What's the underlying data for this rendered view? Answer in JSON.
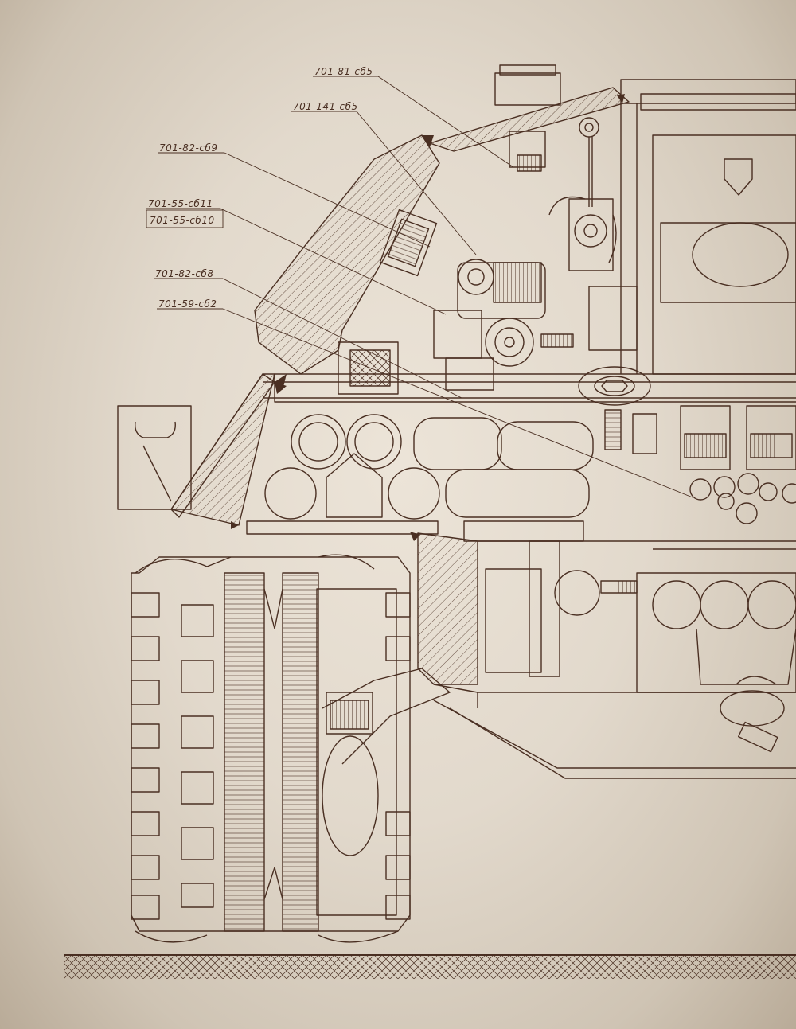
{
  "drawing": {
    "ink_color": "#4a2f22",
    "paper_color": "#e6ddd0",
    "subject": "tank-cross-section"
  },
  "callouts": [
    {
      "id": "c1",
      "text": "701-81-сб5"
    },
    {
      "id": "c2",
      "text": "701-141-сб5"
    },
    {
      "id": "c3",
      "text": "701-82-сб9"
    },
    {
      "id": "c4",
      "text": "701-55-сб11"
    },
    {
      "id": "c5",
      "text": "701-55-сб10"
    },
    {
      "id": "c6",
      "text": "701-82-сб8"
    },
    {
      "id": "c7",
      "text": "701-59-сб2"
    }
  ]
}
